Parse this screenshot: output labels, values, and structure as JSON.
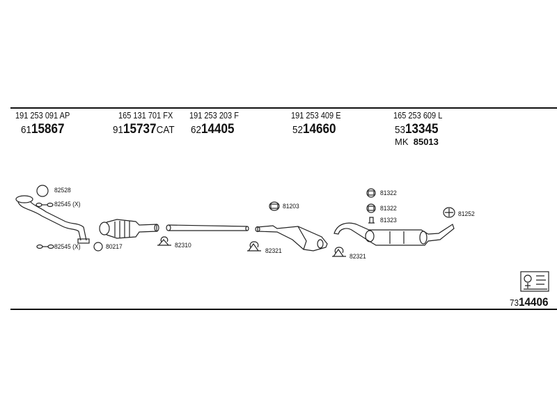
{
  "components": {
    "downpipe": {
      "oem": "191 253 091 AP",
      "ref_prefix": "61",
      "ref_main": "15867",
      "ref_suffix": ""
    },
    "catalyst": {
      "oem": "165 131 701 FX",
      "ref_prefix": "91",
      "ref_main": "15737",
      "ref_suffix": "CAT"
    },
    "pipe": {
      "oem": "191 253 203 F",
      "ref_prefix": "62",
      "ref_main": "14405",
      "ref_suffix": ""
    },
    "middle_box": {
      "oem": "191 253 409 E",
      "ref_prefix": "52",
      "ref_main": "14660",
      "ref_suffix": ""
    },
    "rear_box": {
      "oem": "165 253 609 L",
      "ref_prefix": "53",
      "ref_main": "13345",
      "ref_suffix": ""
    }
  },
  "mounting_kit": {
    "prefix": "MK",
    "number": "85013"
  },
  "part_labels": {
    "p82528": "82528",
    "p82545_top": "82545 (X)",
    "p82545_bottom": "82545 (X)",
    "p80217": "80217",
    "p82310": "82310",
    "p81203": "81203",
    "p82321_left": "82321",
    "p82321_right": "82321",
    "p81322_top": "81322",
    "p81322_mid": "81322",
    "p81323": "81323",
    "p81252": "81252"
  },
  "kit_reference": {
    "prefix": "73",
    "number": "14406"
  }
}
